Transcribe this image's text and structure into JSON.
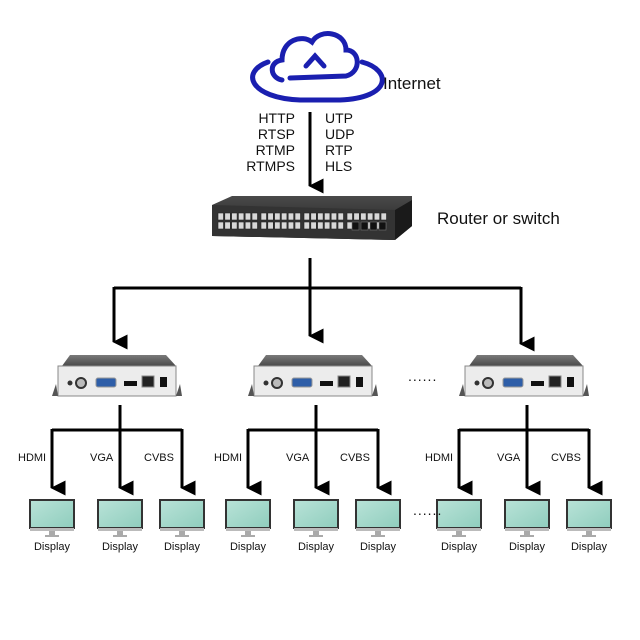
{
  "cloud": {
    "label": "Internet",
    "icon": "cloud-upload-icon",
    "color": "#1a1fb0"
  },
  "protocols_left": [
    "HTTP",
    "RTSP",
    "RTMP",
    "RTMPS"
  ],
  "protocols_right": [
    "UTP",
    "UDP",
    "RTP",
    "HLS"
  ],
  "switch": {
    "label": "Router or switch"
  },
  "encoders_gap": "......",
  "groups": [
    {
      "ports": [
        "HDMI",
        "VGA",
        "CVBS"
      ],
      "displays": [
        "Display",
        "Display",
        "Display"
      ]
    },
    {
      "ports": [
        "HDMI",
        "VGA",
        "CVBS"
      ],
      "displays": [
        "Display",
        "Display",
        "Display"
      ]
    },
    {
      "ports": [
        "HDMI",
        "VGA",
        "CVBS"
      ],
      "displays": [
        "Display",
        "Display",
        "Display"
      ]
    }
  ],
  "displays_gap": "......",
  "colors": {
    "line": "#000000",
    "screen": "#a8d8cc",
    "device": "#5a5a5a",
    "switch": "#2b2b2b"
  }
}
